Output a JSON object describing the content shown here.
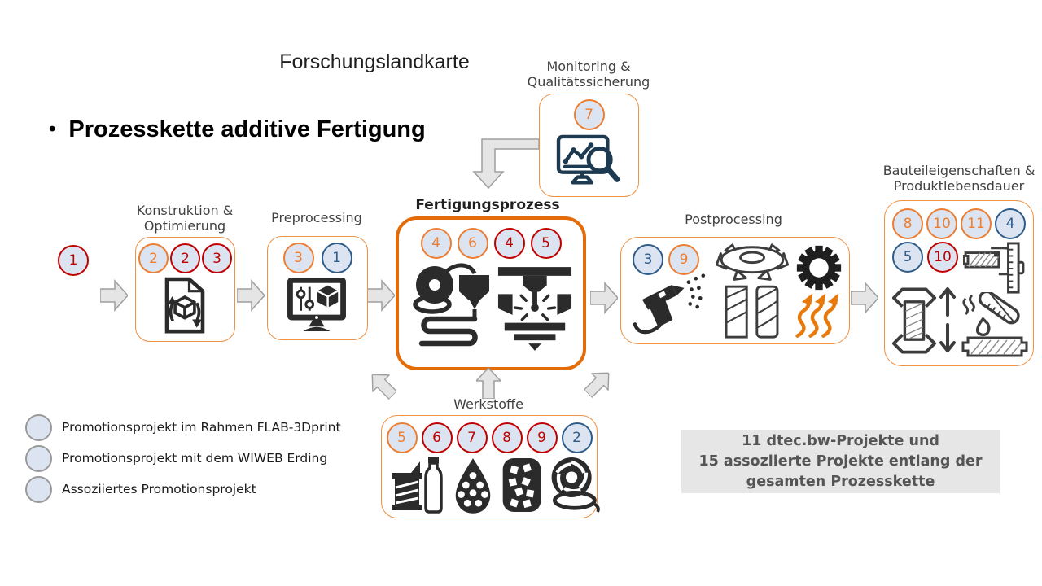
{
  "slide": {
    "title": "Forschungslandkarte",
    "bullet_glyph": "•",
    "bullet": "Prozesskette additive Fertigung"
  },
  "stages": {
    "intro": {
      "badges": [
        {
          "n": "1",
          "type": "red"
        }
      ]
    },
    "konstruktion": {
      "label": [
        "Konstruktion &",
        "Optimierung"
      ],
      "badges": [
        {
          "n": "2",
          "type": "orange"
        },
        {
          "n": "2",
          "type": "red"
        },
        {
          "n": "3",
          "type": "red"
        }
      ]
    },
    "preprocessing": {
      "label": "Preprocessing",
      "badges": [
        {
          "n": "3",
          "type": "orange"
        },
        {
          "n": "1",
          "type": "blue"
        }
      ]
    },
    "fertigung": {
      "label": "Fertigungsprozess",
      "badges": [
        {
          "n": "4",
          "type": "orange"
        },
        {
          "n": "6",
          "type": "orange"
        },
        {
          "n": "4",
          "type": "red"
        },
        {
          "n": "5",
          "type": "red"
        }
      ]
    },
    "postprocessing": {
      "label": "Postprocessing",
      "badges": [
        {
          "n": "3",
          "type": "blue"
        },
        {
          "n": "9",
          "type": "orange"
        }
      ]
    },
    "bauteile": {
      "label": [
        "Bauteileigenschaften &",
        "Produktlebensdauer"
      ],
      "badges_row1": [
        {
          "n": "8",
          "type": "orange"
        },
        {
          "n": "10",
          "type": "orange"
        },
        {
          "n": "11",
          "type": "orange"
        },
        {
          "n": "4",
          "type": "blue"
        }
      ],
      "badges_row2": [
        {
          "n": "5",
          "type": "blue"
        },
        {
          "n": "10",
          "type": "red"
        }
      ]
    },
    "monitoring": {
      "label": [
        "Monitoring &",
        "Qualitätssicherung"
      ],
      "badges": [
        {
          "n": "7",
          "type": "orange"
        }
      ]
    },
    "werkstoffe": {
      "label": "Werkstoffe",
      "badges": [
        {
          "n": "5",
          "type": "orange"
        },
        {
          "n": "6",
          "type": "red"
        },
        {
          "n": "7",
          "type": "red"
        },
        {
          "n": "8",
          "type": "red"
        },
        {
          "n": "9",
          "type": "red"
        },
        {
          "n": "2",
          "type": "blue"
        }
      ]
    }
  },
  "legend": {
    "items": [
      {
        "type": "orange",
        "label": "Promotionsprojekt im Rahmen FLAB-3Dprint"
      },
      {
        "type": "blue",
        "label": "Promotionsprojekt mit dem WIWEB Erding"
      },
      {
        "type": "red",
        "label": "Assoziiertes Promotionsprojekt"
      }
    ]
  },
  "infobox": {
    "line1": "11 dtec.bw-Projekte und",
    "line2": "15 assoziierte Projekte entlang der",
    "line3": "gesamten Prozesskette"
  },
  "icons": {
    "monitoring": "monitor-chart-magnifier-icon",
    "konstruktion": "cad-document-cube-icon",
    "preprocessing": "slicing-monitor-icon",
    "fertigung": [
      "filament-extruder-icon",
      "laser-powderbed-icon"
    ],
    "postprocessing": [
      "spray-gun-icon",
      "face-mill-icon",
      "end-mills-icon",
      "gear-icon",
      "heat-arrows-icon"
    ],
    "bauteile": [
      "caliper-icon",
      "tensile-specimen-icon",
      "up-down-arrows-icon",
      "pouring-tube-icon",
      "hatched-bar-icon"
    ],
    "werkstoffe": [
      "thread-spool-bottle-icon",
      "powder-droplet-icon",
      "granulate-container-icon",
      "filament-spool-icon"
    ]
  },
  "colors": {
    "orange_badge": "#ED7D31",
    "blue_badge": "#2E5C8A",
    "red_badge": "#C00000",
    "badge_fill": "#DBE4F0",
    "box_border": "#ED9144",
    "highlight_border": "#E36C09",
    "arrow_fill": "#E5E5E5",
    "arrow_stroke": "#9E9E9E",
    "icon_black": "#2B2B2B",
    "icon_gray": "#3D3D3D",
    "icon_navy": "#1D3A50",
    "heat_orange": "#E8790B",
    "infobox_bg": "#E7E6E6"
  }
}
